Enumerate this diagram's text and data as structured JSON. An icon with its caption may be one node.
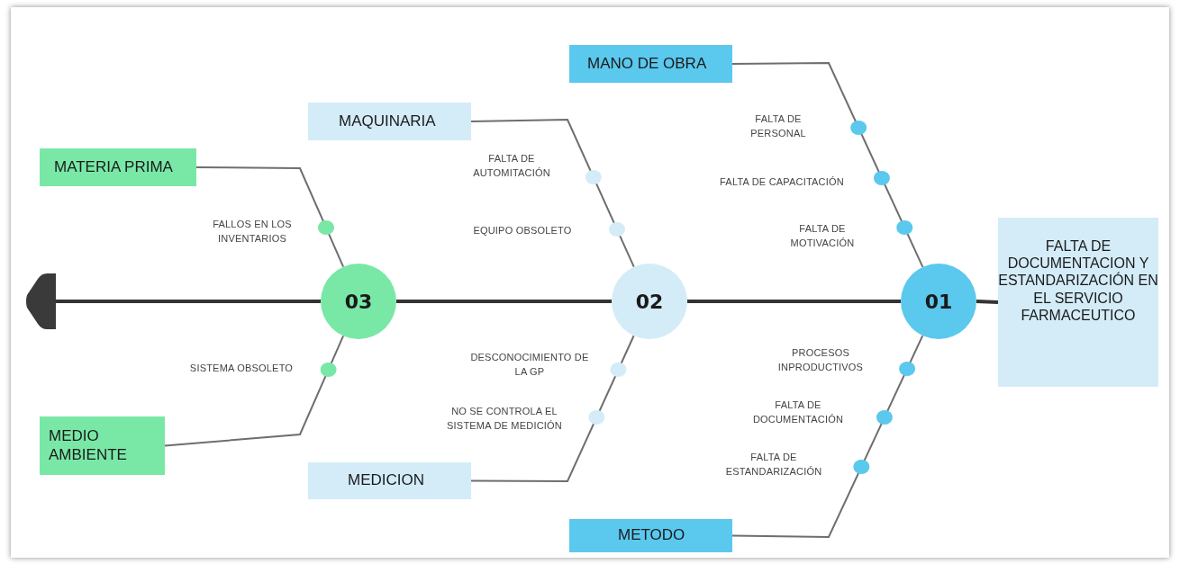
{
  "diagram": {
    "nodes": [
      {
        "text": [
          "MATERIA PRIMA"
        ]
      },
      {
        "text": [
          "MEDIO AMBIENTE"
        ]
      },
      {
        "text": [
          "MAQUINARIA"
        ]
      },
      {
        "text": [
          "MEDICION"
        ]
      },
      {
        "text": [
          "MANO DE OBRA"
        ]
      },
      {
        "text": [
          "METODO"
        ]
      },
      {
        "text": [
          "03"
        ]
      },
      {
        "text": [
          "02"
        ]
      },
      {
        "text": [
          "01"
        ]
      },
      {
        "text": [
          "FALTA DE DOCUMENTACION Y ESTANDARIZACIÓN EN EL SERVICIO FARMACEUTICO"
        ]
      },
      {
        "text": [],
        "shape": "trapezoid"
      }
    ],
    "edges": [
      {
        "from": 0,
        "to": 6,
        "arrow": "none"
      },
      {
        "from": 1,
        "to": 6,
        "arrow": "none"
      },
      {
        "from": 2,
        "to": 7,
        "arrow": "none"
      },
      {
        "from": 3,
        "to": 7,
        "arrow": "none"
      },
      {
        "from": 4,
        "to": 8,
        "arrow": "none"
      },
      {
        "from": 5,
        "to": 8,
        "arrow": "none"
      },
      {
        "from": 10,
        "to": 6,
        "arrow": "none",
        "style": "thick",
        "color": "#333333"
      },
      {
        "from": 6,
        "to": 7,
        "arrow": "none",
        "style": "thick",
        "color": "#333333"
      },
      {
        "from": 7,
        "to": 8,
        "arrow": "none",
        "style": "thick",
        "color": "#333333"
      },
      {
        "from": 8,
        "to": 9,
        "arrow": "none",
        "style": "thick",
        "color": "#333333"
      }
    ],
    "labels": [
      "FALLOS EN LOS INVENTARIOS",
      "SISTEMA OBSOLETO",
      "FALTA DE AUTOMITACIÓN",
      "EQUIPO OBSOLETO",
      "DESCONOCIMIENTO DE LA GP",
      "NO SE CONTROLA EL SISTEMA DE MEDICIÓN",
      "FALTA DE PERSONAL",
      "FALTA DE CAPACITACIÓN",
      "FALTA DE MOTIVACIÓN",
      "PROCESOS INPRODUCTIVOS",
      "FALTA DE DOCUMENTACIÓN",
      "FALTA DE ESTANDARIZACIÓN"
    ]
  }
}
